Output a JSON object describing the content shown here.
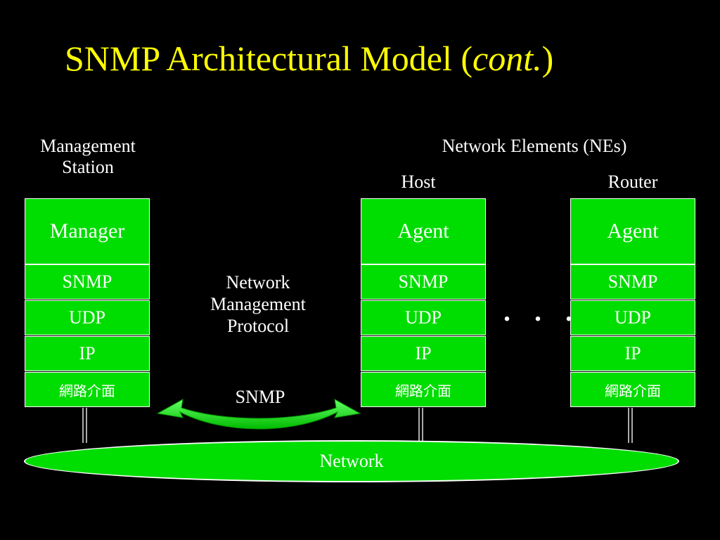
{
  "title": {
    "main": "SNMP Architectural Model (",
    "italic": "cont.",
    "close": ")"
  },
  "management_station": {
    "line1": "Management",
    "line2": "Station"
  },
  "network_elements_label": "Network Elements (NEs)",
  "host_label": "Host",
  "router_label": "Router",
  "protocol_label": {
    "line1": "Network",
    "line2": "Management",
    "line3": "Protocol"
  },
  "snmp_label": "SNMP",
  "ellipsis": "・・・",
  "stacks": [
    {
      "top": "Manager",
      "snmp": "SNMP",
      "udp": "UDP",
      "ip": "IP",
      "iface": "網路介面"
    },
    {
      "top": "Agent",
      "snmp": "SNMP",
      "udp": "UDP",
      "ip": "IP",
      "iface": "網路介面"
    },
    {
      "top": "Agent",
      "snmp": "SNMP",
      "udp": "UDP",
      "ip": "IP",
      "iface": "網路介面"
    }
  ],
  "network_label": "Network",
  "colors": {
    "title": "#ffff00",
    "box": "#00dd00",
    "arrow": "#22ee22",
    "background": "#000000"
  }
}
